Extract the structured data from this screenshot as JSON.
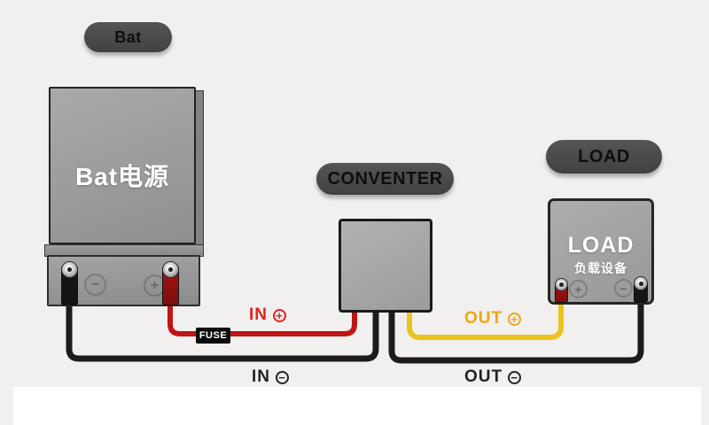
{
  "tags": {
    "battery": "Bat",
    "converter": "CONVENTER",
    "load": "LOAD"
  },
  "battery": {
    "label": "Bat电源"
  },
  "load": {
    "title": "LOAD",
    "subtitle": "负载设备"
  },
  "terminals": {
    "battery_minus_emboss": "−",
    "battery_plus_emboss": "+",
    "load_plus_emboss": "+",
    "load_minus_emboss": "−"
  },
  "wire_labels": {
    "fuse": "FUSE",
    "in_pos": {
      "text": "IN",
      "symbol": "+"
    },
    "in_neg": {
      "text": "IN",
      "symbol": "−"
    },
    "out_pos": {
      "text": "OUT",
      "symbol": "+"
    },
    "out_neg": {
      "text": "OUT",
      "symbol": "−"
    }
  },
  "colors": {
    "background": "#f1f0ee",
    "bottom_panel": "#ffffff",
    "tag_pill": "#48484a",
    "wire_negative": "#1c1c1c",
    "wire_positive_in": "#c11414",
    "wire_positive_out": "#ecc31d",
    "label_in_pos": "#e3201d",
    "label_out_pos": "#efa514",
    "fuse_bg": "#0a0a0a"
  }
}
